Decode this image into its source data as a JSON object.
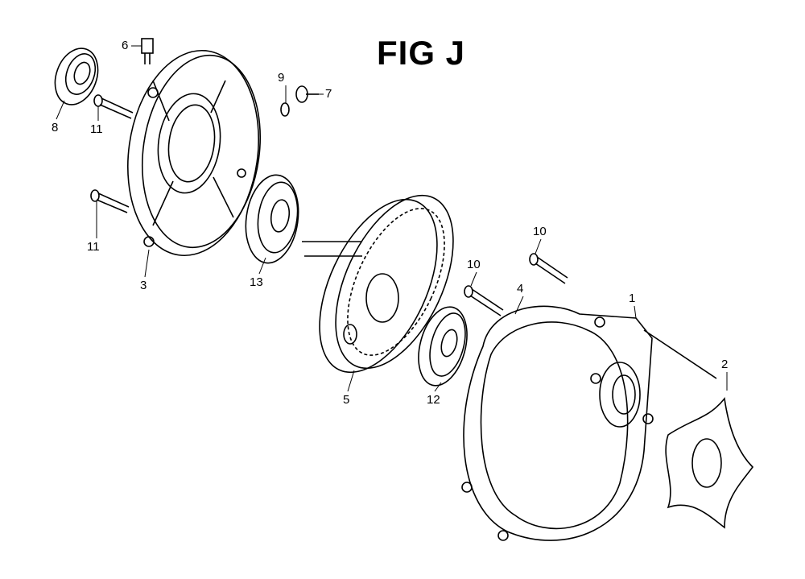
{
  "title": "FIG J",
  "callouts": [
    {
      "id": "c6",
      "text": "6"
    },
    {
      "id": "c9",
      "text": "9"
    },
    {
      "id": "c7",
      "text": "7"
    },
    {
      "id": "c8",
      "text": "8"
    },
    {
      "id": "c11a",
      "text": "11"
    },
    {
      "id": "c11b",
      "text": "11"
    },
    {
      "id": "c3",
      "text": "3"
    },
    {
      "id": "c13",
      "text": "13"
    },
    {
      "id": "c10a",
      "text": "10"
    },
    {
      "id": "c10b",
      "text": "10"
    },
    {
      "id": "c4",
      "text": "4"
    },
    {
      "id": "c1",
      "text": "1"
    },
    {
      "id": "c2",
      "text": "2"
    },
    {
      "id": "c5",
      "text": "5"
    },
    {
      "id": "c12",
      "text": "12"
    }
  ]
}
